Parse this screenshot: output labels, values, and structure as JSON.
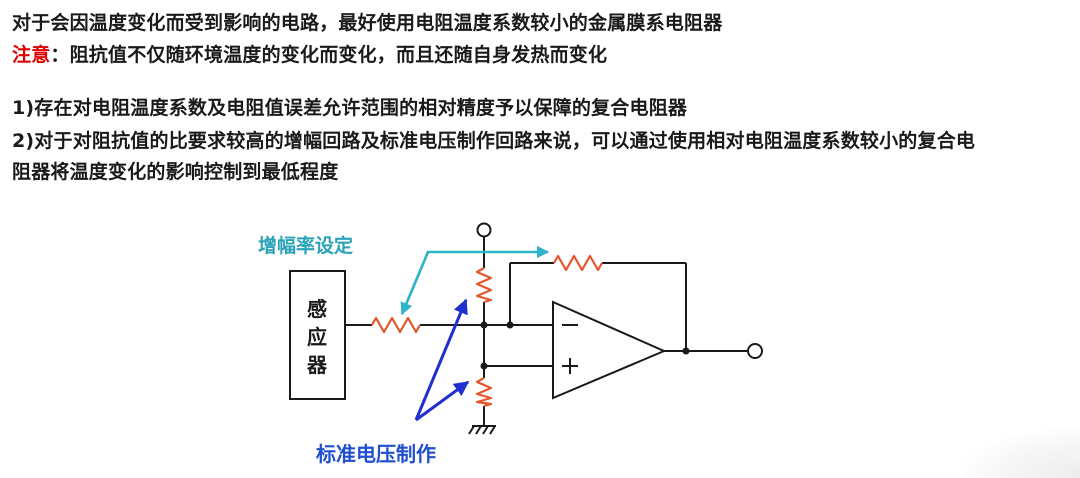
{
  "text": {
    "line1": "对于会因温度变化而受到影响的电路，最好使用电阻温度系数较小的金属膜系电阻器",
    "note_label": "注意",
    "note_text": "：阻抗值不仅随环境温度的变化而变化，而且还随自身发热而变化",
    "item1": "1)存在对电阻温度系数及电阻值误差允许范围的相对精度予以保障的复合电阻器",
    "item2_a": "2)对于对阻抗值的比要求较高的增幅回路及标准电压制作回路来说，可以通过使用相对电阻温度系数较小的复合电",
    "item2_b": "阻器将温度变化的影响控制到最低程度"
  },
  "diagram": {
    "sensor_label": [
      "感",
      "应",
      "器"
    ],
    "gain_label": "增幅率设定",
    "ref_label": "标准电压制作",
    "op_minus": "−",
    "op_plus": "+"
  },
  "colors": {
    "resistor": "#e2572b",
    "wire": "#1a1a1a",
    "gain_arrow": "#2fb3c9",
    "gain_label": "#2aa3b8",
    "ref_arrow": "#1f2fd0",
    "ref_label": "#1f4fd0",
    "note_red": "#e00000"
  }
}
